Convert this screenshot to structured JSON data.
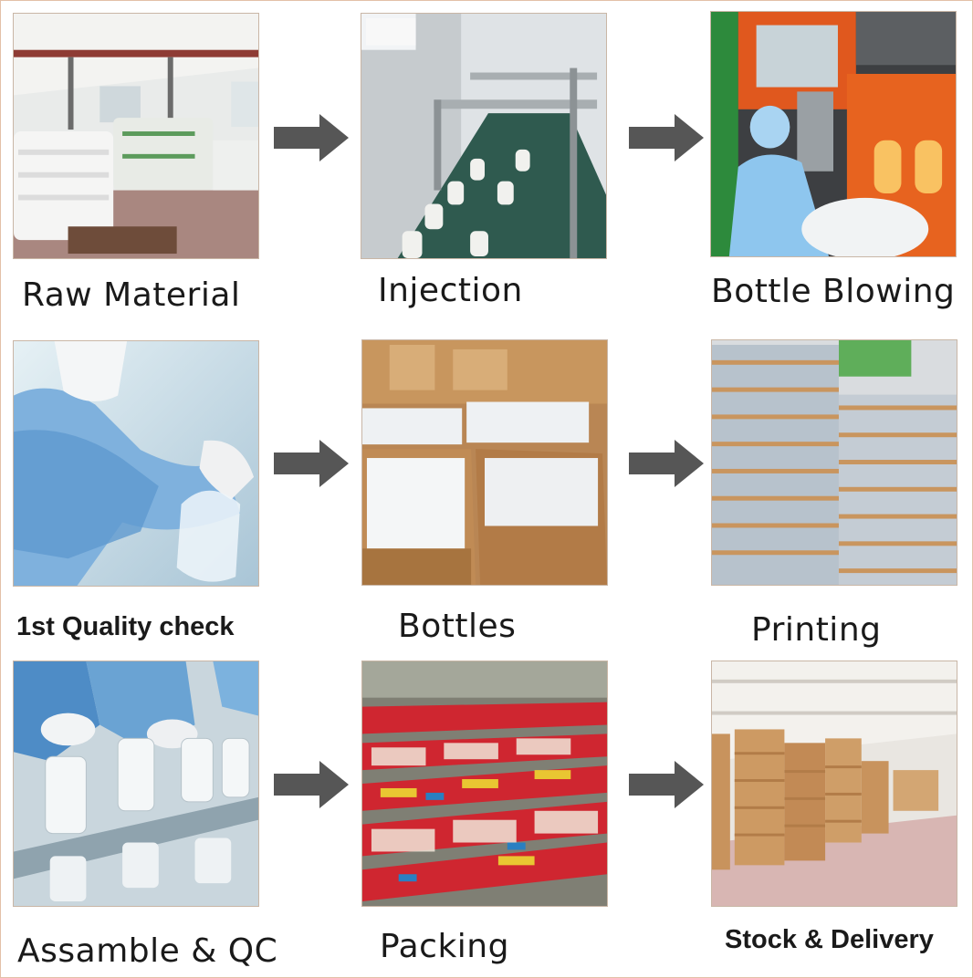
{
  "steps": [
    {
      "label": "Raw Material",
      "image": "warehouse-of-raw-material-bags"
    },
    {
      "label": "Injection",
      "image": "preform-injection-conveyor"
    },
    {
      "label": "Bottle Blowing",
      "image": "worker-at-orange-blowing-machine"
    },
    {
      "label": "1st Quality check",
      "image": "gloved-worker-inspecting-bottle"
    },
    {
      "label": "Bottles",
      "image": "cartons-of-white-bottles"
    },
    {
      "label": "Printing",
      "image": "pallets-of-printed-bottles"
    },
    {
      "label": "Assamble & QC",
      "image": "workers-assembling-bottles-on-line"
    },
    {
      "label": "Packing",
      "image": "rows-of-packed-gift-boxes"
    },
    {
      "label": "Stock & Delivery",
      "image": "warehouse-with-stacked-cartons"
    }
  ],
  "arrow_icon": "right-arrow-icon",
  "colors": {
    "arrow": "#565656",
    "frame": "#e3c0a8",
    "caption": "#1a1a1a"
  }
}
